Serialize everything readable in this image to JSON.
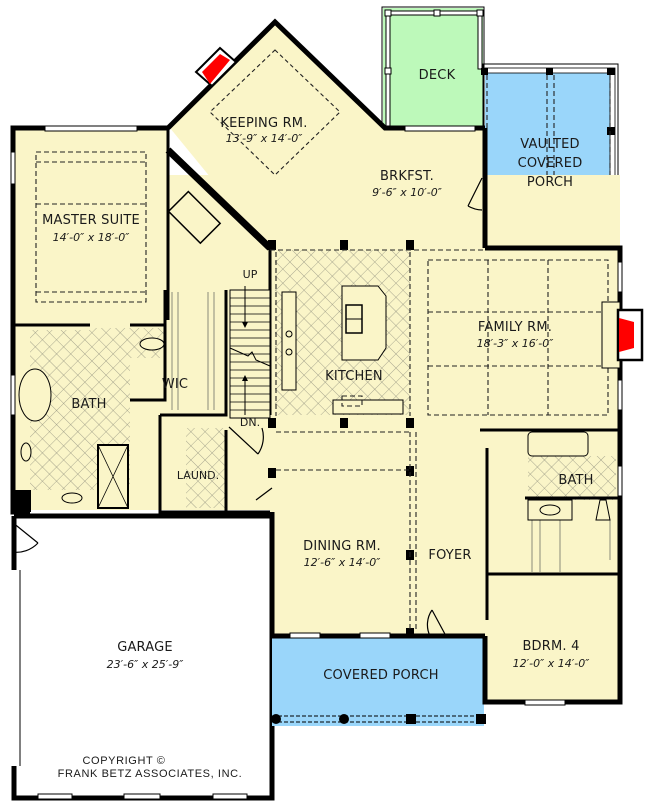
{
  "plan": {
    "colors": {
      "interior": "#FAF5C8",
      "porch": "#9AD6FA",
      "deck": "#BDF9BA",
      "fireplace": "#FF0000",
      "garage": "#FFFFFF",
      "wall": "#000000"
    },
    "rooms": {
      "keeping": {
        "name": "KEEPING RM.",
        "dims": "13′-9″ x 14′-0″"
      },
      "deck": {
        "name": "DECK"
      },
      "vaulted_porch": {
        "line1": "VAULTED",
        "line2": "COVERED",
        "line3": "PORCH"
      },
      "brkfst": {
        "name": "BRKFST.",
        "dims": "9′-6″ x 10′-0″"
      },
      "master": {
        "name": "MASTER SUITE",
        "dims": "14′-0″ x 18′-0″"
      },
      "family": {
        "name": "FAMILY RM.",
        "dims": "18′-3″ x 16′-0″"
      },
      "kitchen": {
        "name": "KITCHEN"
      },
      "wic": {
        "name": "WIC"
      },
      "master_bath": {
        "name": "BATH"
      },
      "laund": {
        "name": "LAUND."
      },
      "bath2": {
        "name": "BATH"
      },
      "dining": {
        "name": "DINING RM.",
        "dims": "12′-6″ x 14′-0″"
      },
      "foyer": {
        "name": "FOYER"
      },
      "bdrm4": {
        "name": "BDRM. 4",
        "dims": "12′-0″ x 14′-0″"
      },
      "covered_porch": {
        "name": "COVERED PORCH"
      },
      "garage": {
        "name": "GARAGE",
        "dims": "23′-6″ x 25′-9″"
      }
    },
    "stairs": {
      "up": "UP",
      "down": "DN."
    },
    "copyright": {
      "line1": "COPYRIGHT ©",
      "line2": "FRANK BETZ ASSOCIATES, INC."
    }
  }
}
